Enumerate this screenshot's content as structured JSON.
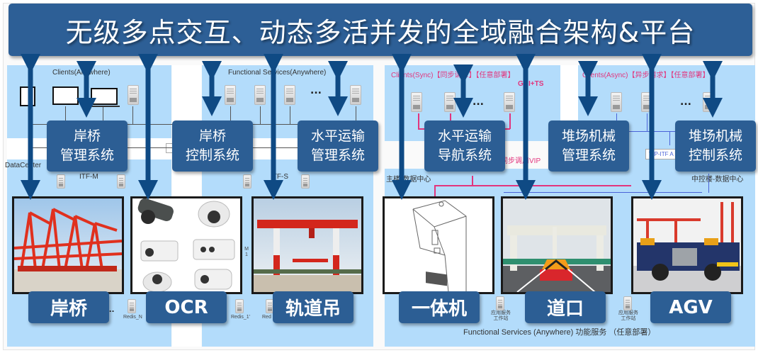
{
  "title": "无级多点交互、动态多活并发的全域融合架构&平台",
  "left_section": {
    "clients_label": "Clients(Anywhere)",
    "functional_label": "Functional Services(Anywhere)",
    "datacenter_label": "DataCenter",
    "itf_m_label": "ITF-M",
    "itf_s_label": "ITF-S",
    "itfm_small_label": "ITFM",
    "m1_label": "M 1",
    "redis_n_label": "Redis_N",
    "redis_1_label": "Redis_1'",
    "redis_label": "Red",
    "ellipsis": "..."
  },
  "right_section": {
    "sync_label": "Clients(Sync)【同步请求】【任意部署】",
    "gui_ts_label": "GUI+TS",
    "sync_vip_label": "同步调用VIP",
    "main_dc_label": "主楼-数据中心",
    "async_label": "Clients(Async)【异步请求】【任意部署】",
    "vip_itf_label": "VIP-ITF A",
    "control_dc_label": "中控楼-数据中心",
    "app_server_label": "应用服务 工作站",
    "footer_label": "Functional Services (Anywhere) 功能服务 （任意部署）",
    "ellipsis": "..."
  },
  "systems": [
    {
      "line1": "岸桥",
      "line2": "管理系统"
    },
    {
      "line1": "岸桥",
      "line2": "控制系统"
    },
    {
      "line1": "水平运输",
      "line2": "管理系统"
    },
    {
      "line1": "水平运输",
      "line2": "导航系统"
    },
    {
      "line1": "堆场机械",
      "line2": "管理系统"
    },
    {
      "line1": "堆场机械",
      "line2": "控制系统"
    }
  ],
  "devices": [
    {
      "label": "岸桥",
      "image": "quay-crane-photo"
    },
    {
      "label": "OCR",
      "image": "surveillance-cameras-photo"
    },
    {
      "label": "轨道吊",
      "image": "rail-gantry-crane-photo"
    },
    {
      "label": "一体机",
      "image": "kiosk-terminal-drawing"
    },
    {
      "label": "道口",
      "image": "gate-checkpoint-photo"
    },
    {
      "label": "AGV",
      "image": "agv-vehicle-photo"
    }
  ],
  "colors": {
    "banner": "#2d5f96",
    "box": "#2c5e94",
    "arrow": "#0f4a84",
    "panel": "#b3dcfb",
    "pink": "#e2357d",
    "blue_line": "#4a63d8"
  }
}
